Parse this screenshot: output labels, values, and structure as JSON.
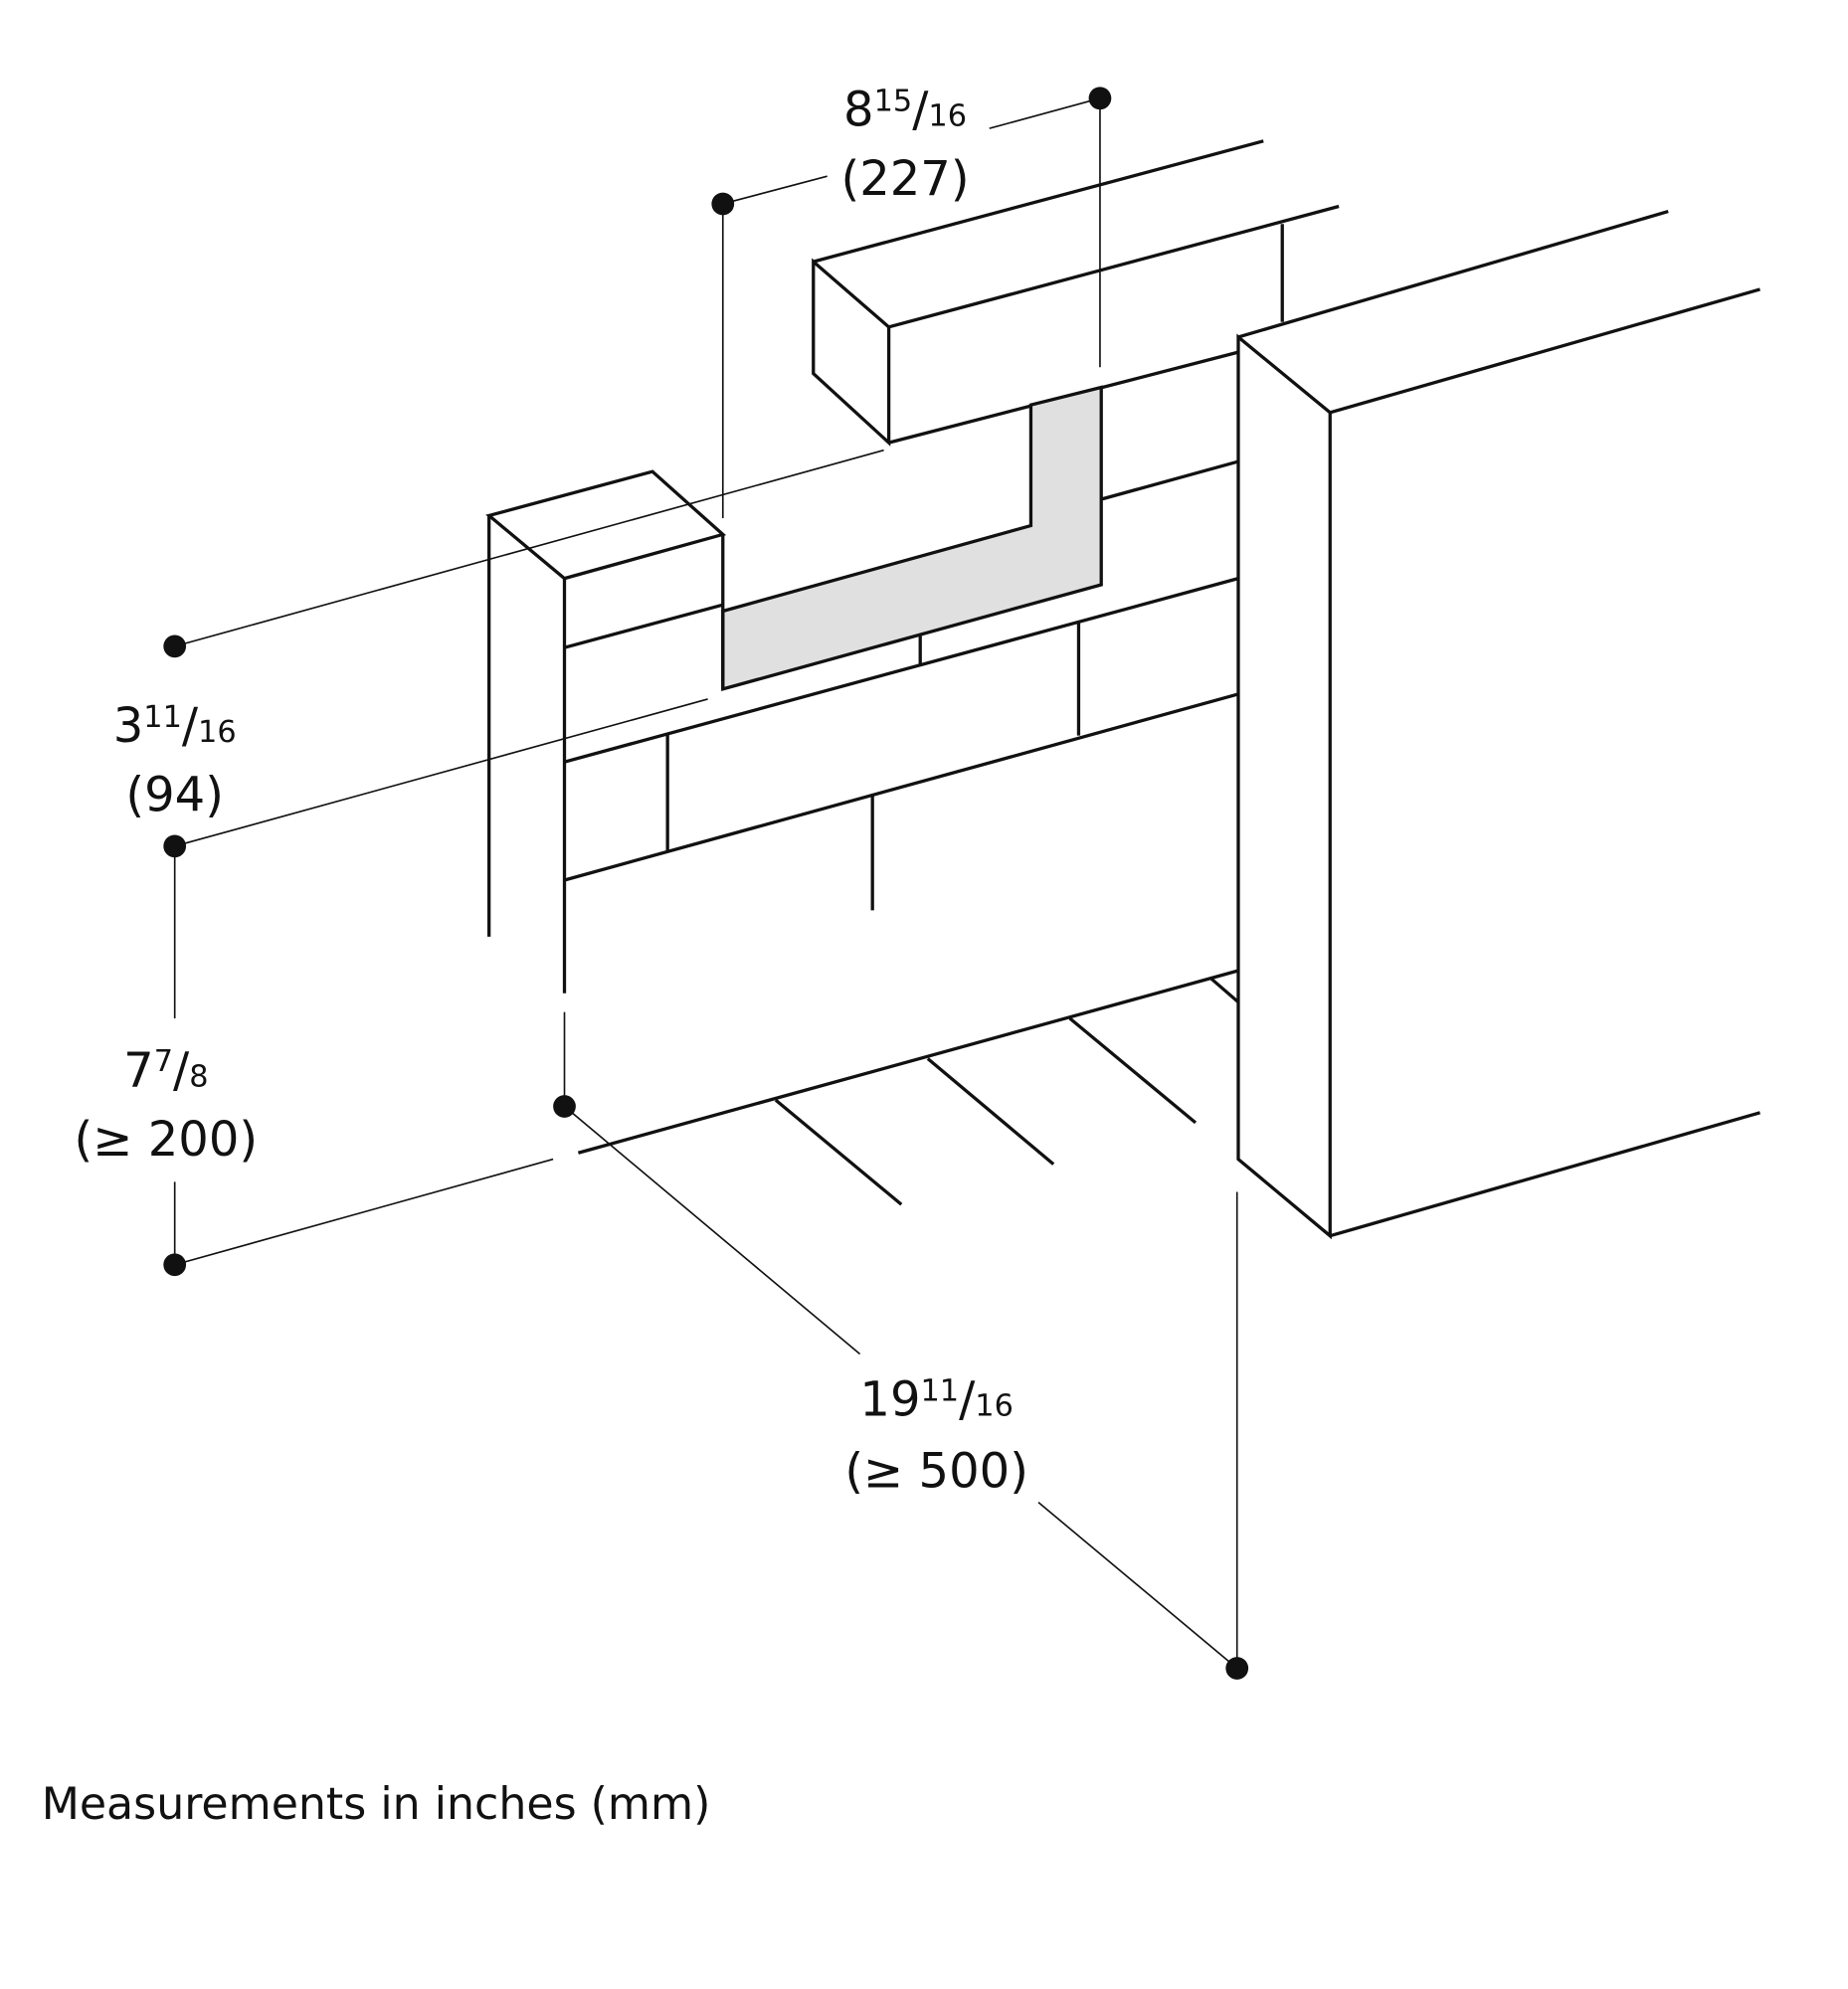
{
  "dimensions": {
    "width": {
      "whole": "8",
      "num": "15",
      "den": "16",
      "mm": "(227)"
    },
    "depth": {
      "whole": "3",
      "num": "11",
      "den": "16",
      "mm": "(94)"
    },
    "height": {
      "whole": "7",
      "num": "7",
      "den": "8",
      "mm": "(≥ 200)"
    },
    "length": {
      "whole": "19",
      "num": "11",
      "den": "16",
      "mm": "(≥ 500)"
    }
  },
  "caption": "Measurements in inches (mm)",
  "colors": {
    "cutout_fill": "#e0e0e0",
    "line": "#111111"
  }
}
